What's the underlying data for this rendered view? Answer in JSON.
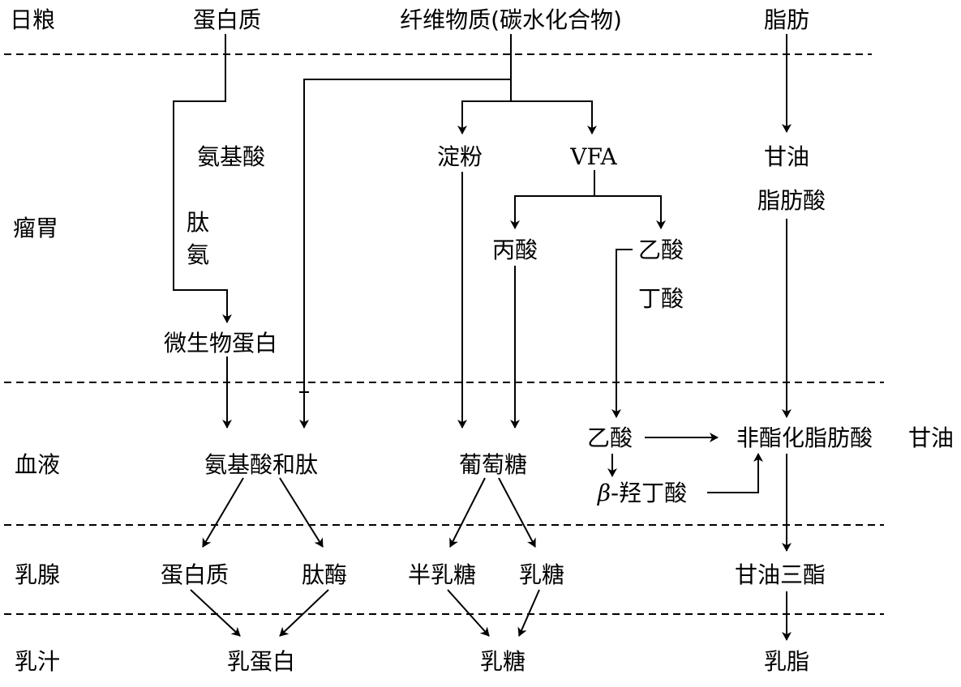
{
  "rows": {
    "feed": "日粮",
    "rumen": "瘤胃",
    "blood": "血液",
    "mammary": "乳腺",
    "milk": "乳汁"
  },
  "nodes": {
    "feed_protein": "蛋白质",
    "feed_fiber": "纤维物质(碳水化合物)",
    "feed_fat": "脂肪",
    "amino_acids": "氨基酸",
    "peptide": "肽",
    "ammonia": "氨",
    "starch": "淀粉",
    "vfa": "VFA",
    "glycerol_rumen": "甘油",
    "fatty_acid_rumen": "脂肪酸",
    "propionate": "丙酸",
    "acetate_rumen": "乙酸",
    "butyrate": "丁酸",
    "microbial_protein": "微生物蛋白",
    "aa_peptide": "氨基酸和肽",
    "glucose": "葡萄糖",
    "acetate_blood": "乙酸",
    "nefa": "非酯化脂肪酸",
    "glycerol_blood": "甘油",
    "bhb_prefix": "β",
    "bhb_rest": "-羟丁酸",
    "mammary_protein": "蛋白质",
    "peptidase": "肽酶",
    "galactose": "半乳糖",
    "lactose_mammary": "乳糖",
    "triglyceride": "甘油三酯",
    "milk_protein": "乳蛋白",
    "milk_lactose": "乳糖",
    "milk_fat": "乳脂"
  }
}
